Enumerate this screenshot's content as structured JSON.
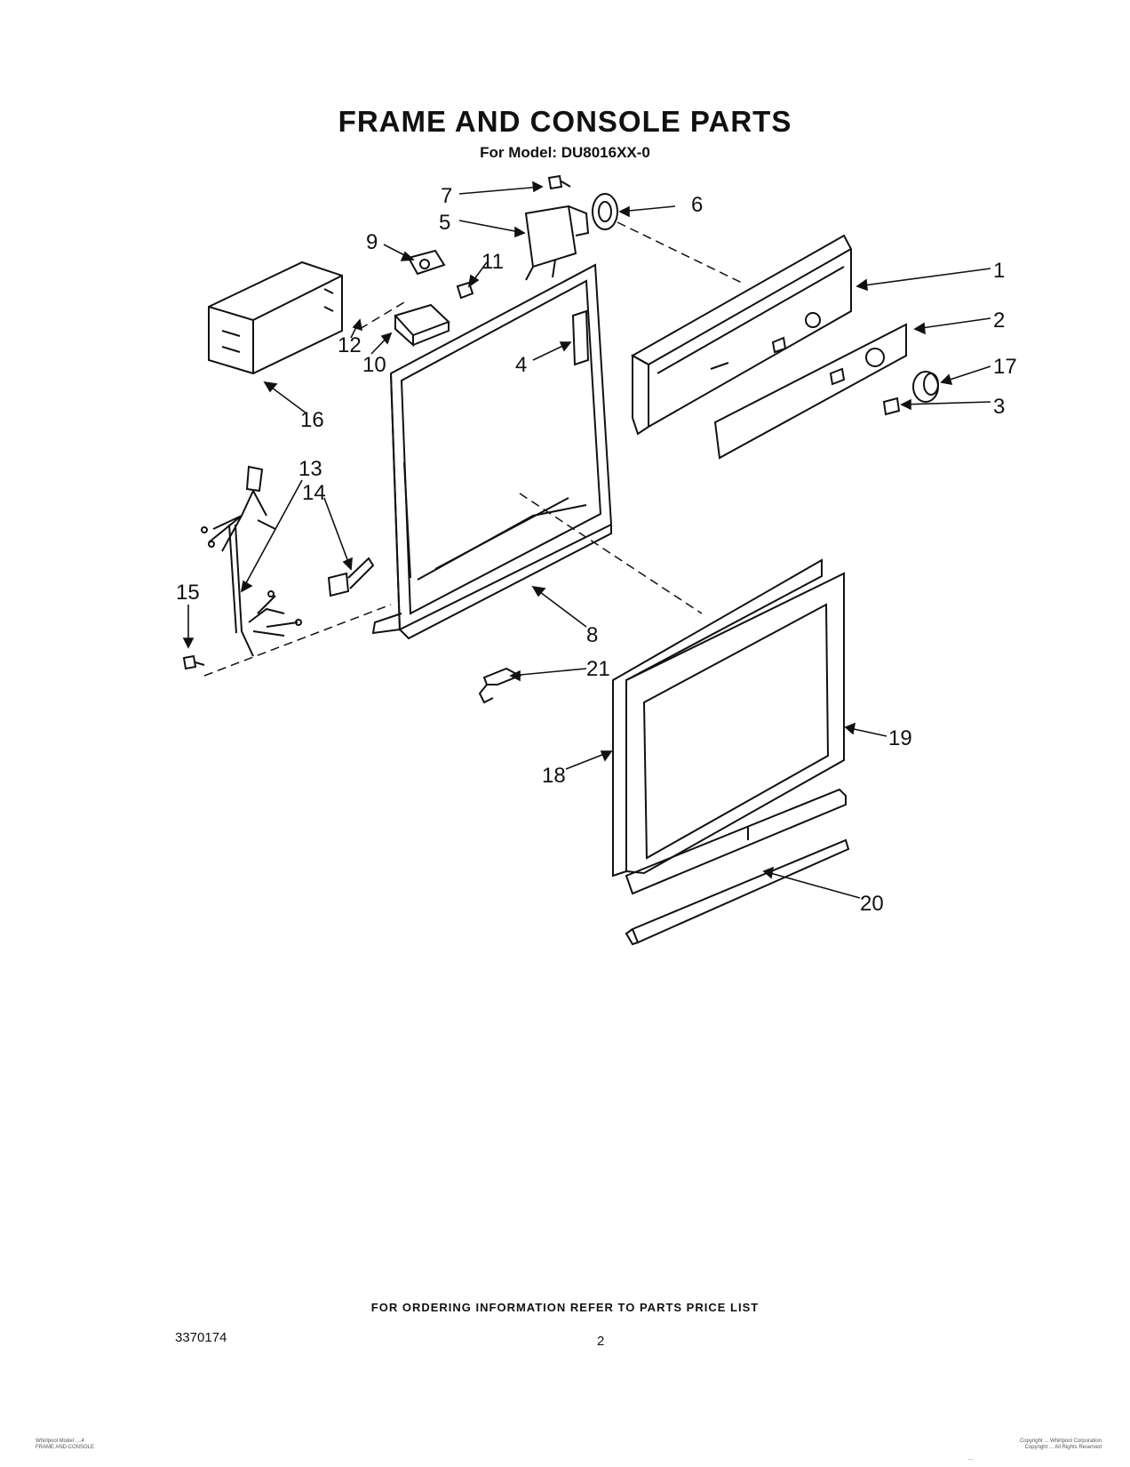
{
  "header": {
    "title": "FRAME AND CONSOLE PARTS",
    "model_line": "For Model: DU8016XX-0"
  },
  "callouts": [
    "1",
    "2",
    "3",
    "4",
    "5",
    "6",
    "7",
    "8",
    "9",
    "10",
    "11",
    "12",
    "13",
    "14",
    "15",
    "16",
    "17",
    "18",
    "19",
    "20",
    "21"
  ],
  "footer": {
    "ordering_note": "FOR ORDERING INFORMATION REFER TO PARTS PRICE LIST",
    "doc_number": "3370174",
    "page_number": "2",
    "fine_left_1": "Whirlpool Model ....4",
    "fine_left_2": "FRAME AND CONSOLE",
    "fine_right_1": "Copyright ... Whirlpool Corporation",
    "fine_right_2": "Copyright ... All Rights Reserved",
    "fine_bottom": "..."
  }
}
